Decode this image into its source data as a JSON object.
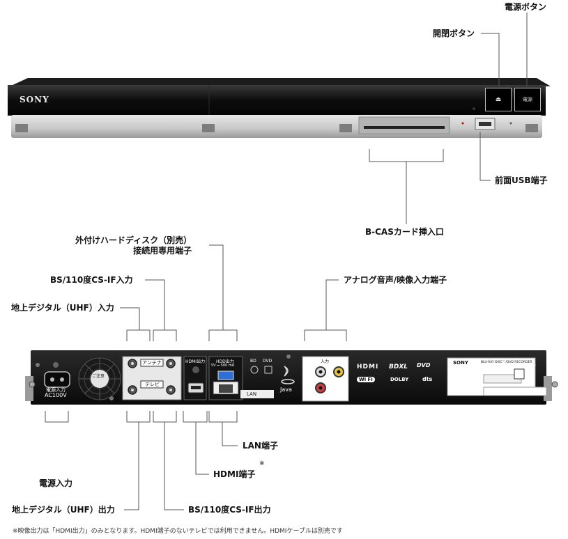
{
  "front": {
    "brand": "SONY",
    "eject_text": "⏏",
    "power_text": "電源",
    "labels": {
      "power": "電源ボタン",
      "eject": "開閉ボタン",
      "usb": "前面USB端子",
      "bcas": "B-CASカード挿入口"
    }
  },
  "rear": {
    "panel_texts": {
      "fan_caution": "ご注意",
      "power_in": "電源入力",
      "power_spec": "AC100V",
      "antenna_in": "アンテナ",
      "tv_out": "テレビ",
      "hdmi_out": "HDMI出力",
      "hdd_out": "HDD出力",
      "usb_spec": "5V ⎓ 500 mA",
      "bd": "BD",
      "dvd": "DVD",
      "lan": "LAN",
      "java": "Java",
      "input": "入力",
      "hdmi_logo": "HDMI",
      "bdxl_logo": "BDXL",
      "dvd_logo": "DVD",
      "dolby_logo": "DOLBY",
      "dts_logo": "dts",
      "wifi_logo": "Wi Fi",
      "sony_small": "SONY",
      "bd_recorder": "BLU-RAY DISC™/DVD RECORDER"
    },
    "labels": {
      "ext_hdd": "外付けハードディスク（別売）\n接続用専用端子",
      "bs_in": "BS/110度CS-IF入力",
      "uhf_in": "地上デジタル（UHF）入力",
      "analog_in": "アナログ音声/映像入力端子",
      "power_in": "電源入力",
      "uhf_out": "地上デジタル（UHF）出力",
      "bs_out": "BS/110度CS-IF出力",
      "lan": "LAN端子",
      "hdmi": "HDMI端子",
      "hdmi_mark": "※"
    }
  },
  "footnote": "※映像出力は「HDMI出力」のみとなります。HDMI端子のないテレビでは利用できません。HDMIケーブルは別売です"
}
